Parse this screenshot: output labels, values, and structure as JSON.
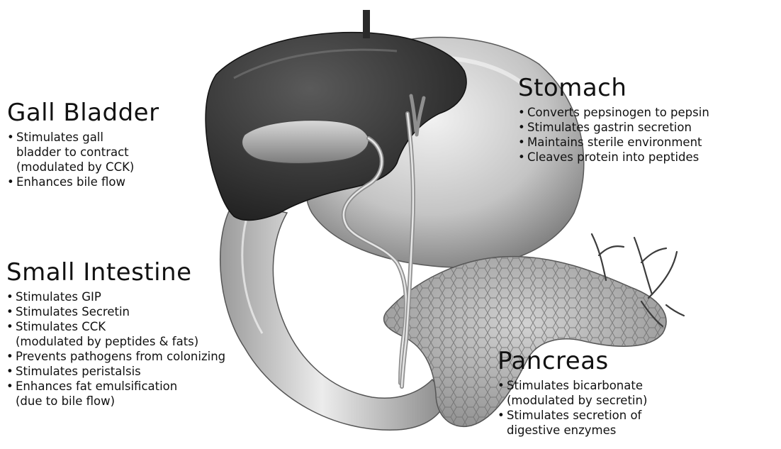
{
  "colors": {
    "background": "#ffffff",
    "text": "#111111",
    "liver": "#3a3a3a",
    "stomach": "#c8c8c8",
    "pancreas": "#b8b8b8",
    "intestine": "#d4d4d4"
  },
  "labels": {
    "gall_bladder": {
      "title": "Gall Bladder",
      "items": [
        {
          "text": "Stimulates gall",
          "sub": [
            "bladder to contract",
            "(modulated by CCK)"
          ]
        },
        {
          "text": "Enhances bile flow",
          "sub": []
        }
      ]
    },
    "stomach": {
      "title": "Stomach",
      "items": [
        {
          "text": "Converts pepsinogen to pepsin",
          "sub": []
        },
        {
          "text": "Stimulates gastrin secretion",
          "sub": []
        },
        {
          "text": "Maintains sterile environment",
          "sub": []
        },
        {
          "text": "Cleaves protein into peptides",
          "sub": []
        }
      ]
    },
    "small_intestine": {
      "title": "Small Intestine",
      "items": [
        {
          "text": "Stimulates GIP",
          "sub": []
        },
        {
          "text": "Stimulates Secretin",
          "sub": []
        },
        {
          "text": "Stimulates CCK",
          "sub": [
            "(modulated by peptides & fats)"
          ]
        },
        {
          "text": "Prevents pathogens from colonizing",
          "sub": []
        },
        {
          "text": "Stimulates peristalsis",
          "sub": []
        },
        {
          "text": "Enhances fat emulsification",
          "sub": [
            "(due to bile flow)"
          ]
        }
      ]
    },
    "pancreas": {
      "title": "Pancreas",
      "items": [
        {
          "text": "Stimulates bicarbonate",
          "sub": [
            "(modulated by secretin)"
          ]
        },
        {
          "text": "Stimulates secretion of",
          "sub": [
            "digestive enzymes"
          ]
        }
      ]
    }
  }
}
